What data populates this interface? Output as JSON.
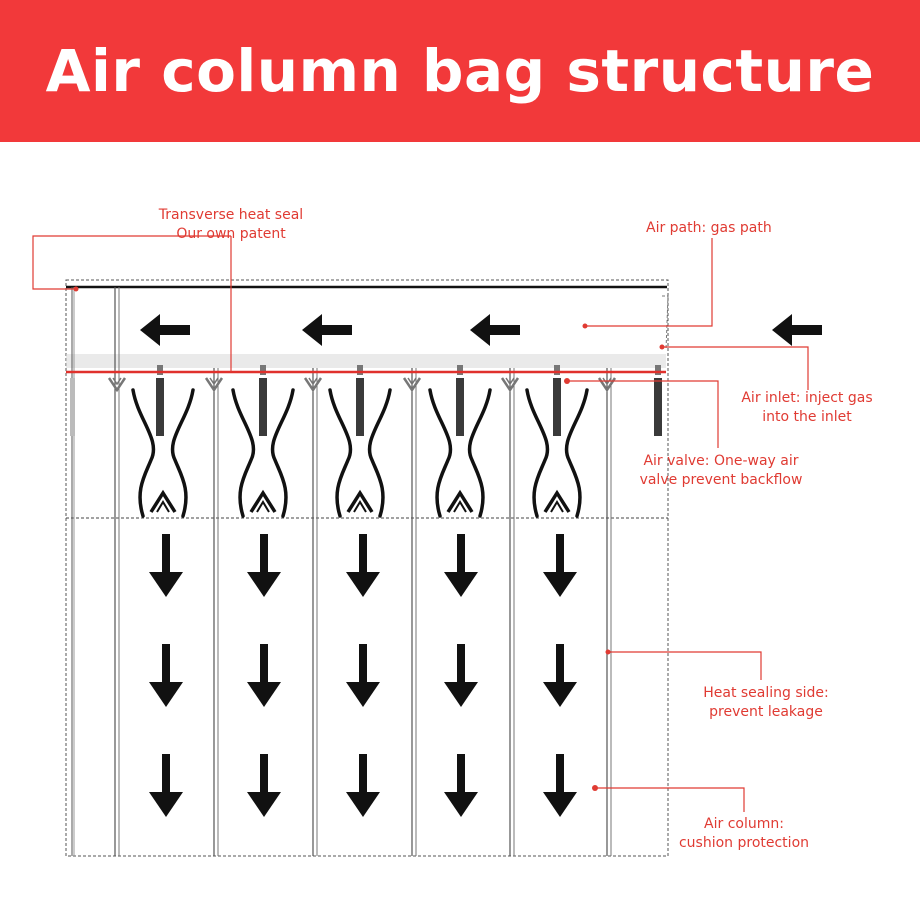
{
  "title": "Air column bag structure",
  "colors": {
    "accent": "#f2393a",
    "label": "#e03b33",
    "ink": "#111111"
  },
  "annotations": {
    "transverse_seal": {
      "line1": "Transverse heat seal",
      "line2": "Our own patent"
    },
    "air_path": "Air path: gas path",
    "air_inlet": {
      "line1": "Air inlet: inject gas",
      "line2": "into the inlet"
    },
    "air_valve": {
      "line1": "Air valve: One-way air",
      "line2": "valve prevent backflow"
    },
    "heat_side": {
      "line1": "Heat sealing side:",
      "line2": "prevent leakage"
    },
    "air_column": {
      "line1": "Air column:",
      "line2": "cushion protection"
    }
  },
  "diagram": {
    "column_count": 5,
    "down_arrow_rows": 3,
    "flow_arrow_count": 4
  }
}
